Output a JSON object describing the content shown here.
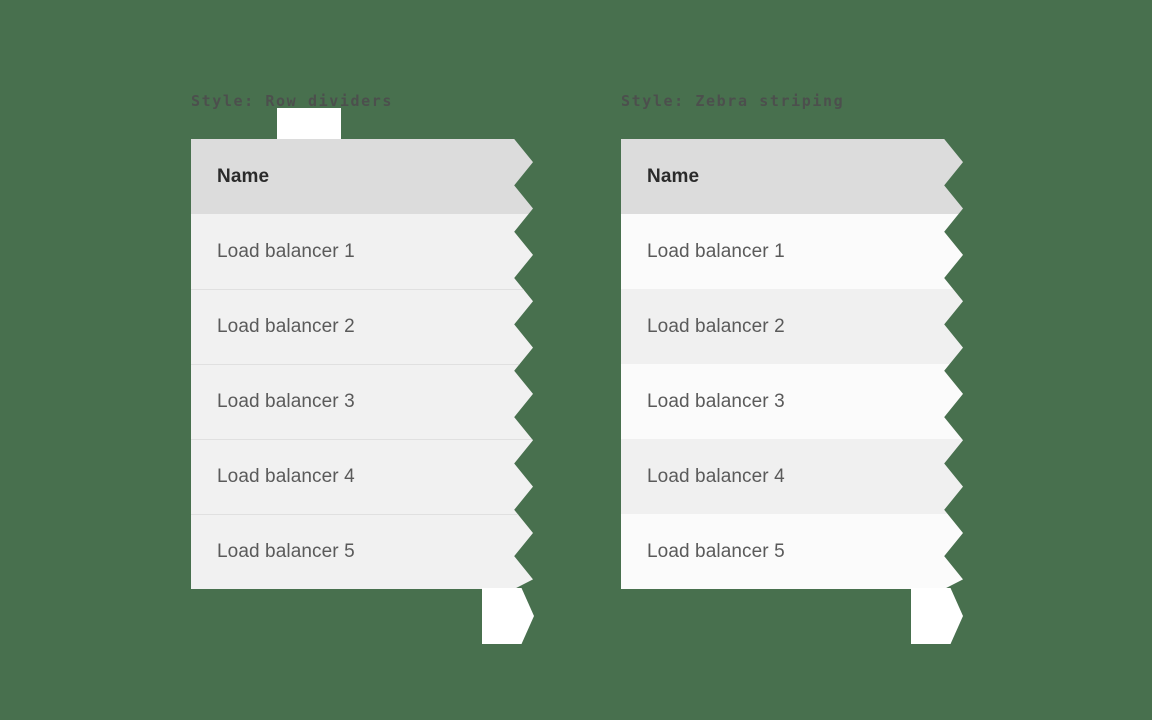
{
  "background_color": "#48704e",
  "panels": [
    {
      "id": "row-dividers",
      "label": "Style: Row dividers",
      "style": "row-dividers",
      "header": "Name",
      "rows": [
        "Load balancer 1",
        "Load balancer 2",
        "Load balancer 3",
        "Load balancer 4",
        "Load balancer 5"
      ]
    },
    {
      "id": "zebra-striping",
      "label": "Style: Zebra striping",
      "style": "zebra-striping",
      "header": "Name",
      "rows": [
        "Load balancer 1",
        "Load balancer 2",
        "Load balancer 3",
        "Load balancer 4",
        "Load balancer 5"
      ]
    }
  ],
  "colors": {
    "header_background": "#dcdcdc",
    "header_text": "#2b2b2b",
    "row_text": "#5a5a5a",
    "divider_row_background": "#f1f1f1",
    "divider_line": "#e0e0e0",
    "zebra_odd_background": "#fbfbfb",
    "zebra_even_background": "#f0f0f0",
    "label_text": "#4d4d4d",
    "paper_flap": "#ffffff"
  }
}
